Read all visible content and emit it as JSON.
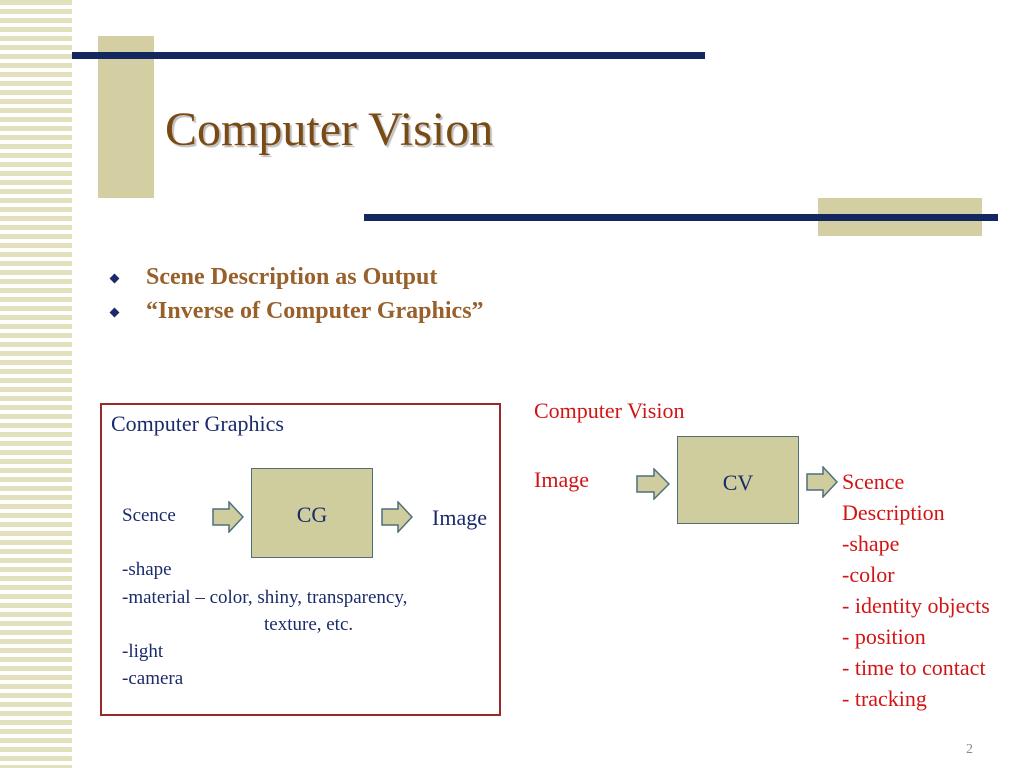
{
  "slide": {
    "title": "Computer Vision",
    "bullets": [
      "Scene Description as Output",
      "“Inverse of Computer Graphics”"
    ],
    "page_number": "2"
  },
  "cg_panel": {
    "heading": "Computer Graphics",
    "input_label": "Scence",
    "box_label": "CG",
    "output_label": "Image",
    "properties": [
      "-shape",
      "-material – color, shiny, transparency,",
      "texture, etc.",
      "-light",
      "-camera"
    ]
  },
  "cv_panel": {
    "heading": "Computer Vision",
    "input_label": "Image",
    "box_label": "CV",
    "outputs": [
      "Scence",
      "Description",
      "-shape",
      "-color",
      "- identity objects",
      "- position",
      "- time to contact",
      "- tracking"
    ]
  },
  "colors": {
    "title": "#7a4a14",
    "bullet_text": "#98602a",
    "navy": "#1a2b6b",
    "accent_red": "#d21414",
    "box_fill": "#cfcc9e",
    "panel_border": "#9a2a2a"
  }
}
